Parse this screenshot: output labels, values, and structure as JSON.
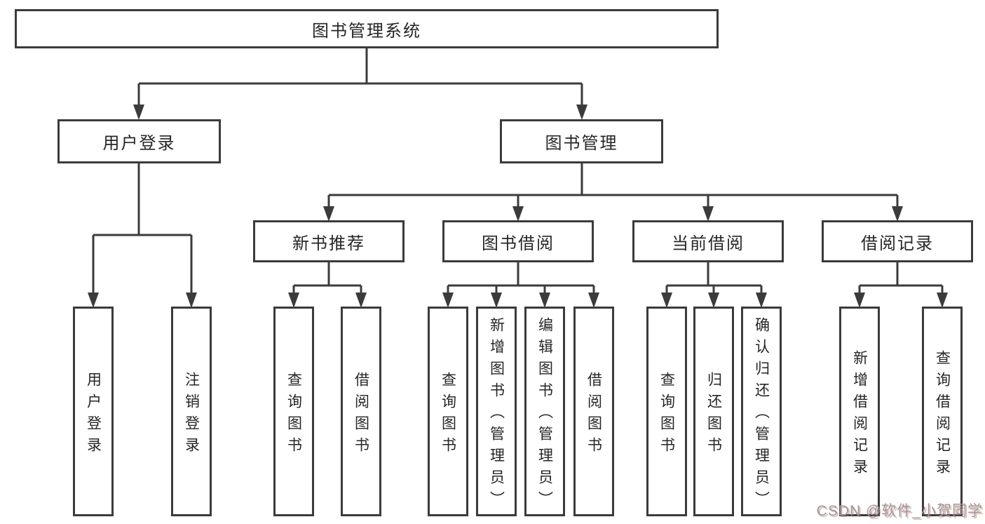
{
  "root": {
    "label": "图书管理系统"
  },
  "level2": [
    {
      "label": "用户登录"
    },
    {
      "label": "图书管理"
    }
  ],
  "level3": [
    {
      "label": "新书推荐"
    },
    {
      "label": "图书借阅"
    },
    {
      "label": "当前借阅"
    },
    {
      "label": "借阅记录"
    }
  ],
  "leaves": [
    {
      "label": "用户登录"
    },
    {
      "label": "注销登录"
    },
    {
      "label": "查询图书"
    },
    {
      "label": "借阅图书"
    },
    {
      "label": "查询图书"
    },
    {
      "label": "新增图书（管理员）"
    },
    {
      "label": "编辑图书（管理员）"
    },
    {
      "label": "借阅图书"
    },
    {
      "label": "查询图书"
    },
    {
      "label": "归还图书"
    },
    {
      "label": "确认归还（管理员）"
    },
    {
      "label": "新增借阅记录"
    },
    {
      "label": "查询借阅记录"
    }
  ],
  "watermark": {
    "text": "CSDN @软件_小贺同学"
  },
  "colors": {
    "line": "#3b3b3b",
    "text": "#262626",
    "watermark": "#9e9a9a"
  }
}
